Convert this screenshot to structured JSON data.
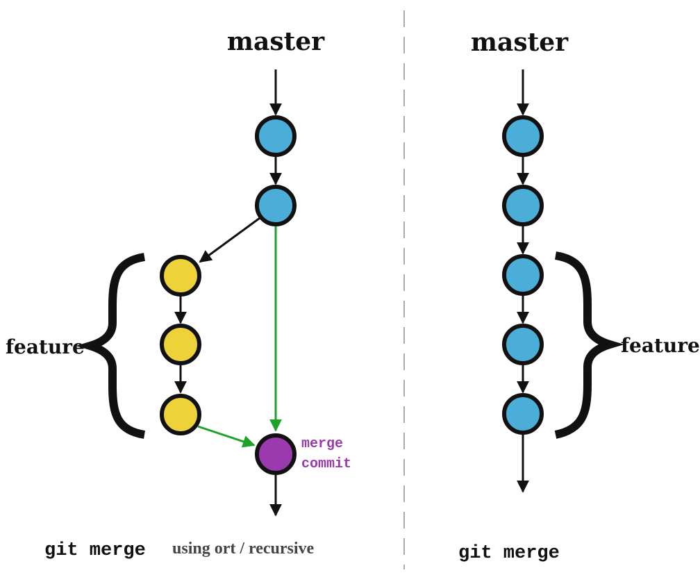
{
  "left": {
    "branch_label": "master",
    "feature_label": "feature",
    "merge_label_line1": "merge",
    "merge_label_line2": "commit",
    "caption_command": "git merge",
    "caption_text": "using ort / recursive"
  },
  "right": {
    "branch_label": "master",
    "feature_label": "feature",
    "caption_command": "git merge"
  },
  "colors": {
    "master_commit": "#4aaed8",
    "feature_commit": "#eed23a",
    "merge_commit": "#9a3aae",
    "merge_line": "#1fa22a",
    "merge_text": "#9a3aae",
    "outline": "#111111",
    "divider": "#aaaaaa"
  }
}
